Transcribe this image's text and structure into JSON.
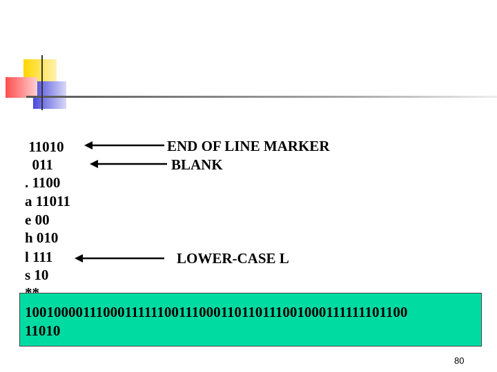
{
  "codes": [
    {
      "symbol": " ",
      "code": "11010"
    },
    {
      "symbol": " ",
      "code": "011"
    },
    {
      "symbol": ".",
      "code": "1100"
    },
    {
      "symbol": "a",
      "code": "11011"
    },
    {
      "symbol": "e",
      "code": "00"
    },
    {
      "symbol": "h",
      "code": "010"
    },
    {
      "symbol": "l",
      "code": "111"
    },
    {
      "symbol": "s",
      "code": "10"
    }
  ],
  "row_text": {
    "r0": " 11010",
    "r1": "  011",
    "r2": ". 1100",
    "r3": "a 11011",
    "r4": "e 00",
    "r5": "h 010",
    "r6": "l 111",
    "r7": "s 10",
    "r8": "**"
  },
  "annotations": {
    "end_of_line": "END OF LINE MARKER",
    "blank": "BLANK",
    "lower_case_l": "LOWER-CASE L"
  },
  "encoded": {
    "line1": "1001000011100011111100111000110110111001000111111101100",
    "line2": "11010"
  },
  "colors": {
    "box": "#00dba2",
    "logo_yellow": "#ffd600",
    "logo_red": "#ff4d4d",
    "logo_blue": "#4a4adc"
  },
  "page_number": "80"
}
